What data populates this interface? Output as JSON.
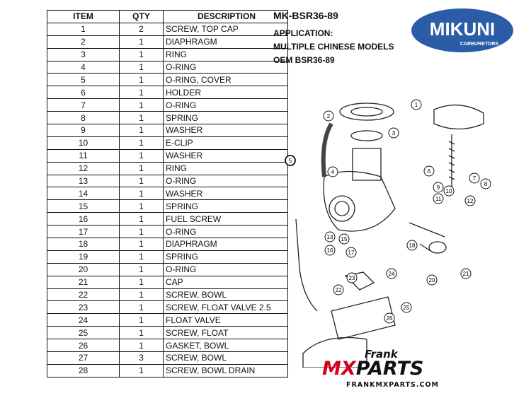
{
  "table": {
    "headers": {
      "item": "ITEM",
      "qty": "QTY",
      "description": "DESCRIPTION"
    },
    "rows": [
      {
        "item": "1",
        "qty": "2",
        "description": "SCREW, TOP CAP"
      },
      {
        "item": "2",
        "qty": "1",
        "description": "DIAPHRAGM"
      },
      {
        "item": "3",
        "qty": "1",
        "description": "RING"
      },
      {
        "item": "4",
        "qty": "1",
        "description": "O-RING"
      },
      {
        "item": "5",
        "qty": "1",
        "description": "O-RING, COVER"
      },
      {
        "item": "6",
        "qty": "1",
        "description": "HOLDER"
      },
      {
        "item": "7",
        "qty": "1",
        "description": "O-RING"
      },
      {
        "item": "8",
        "qty": "1",
        "description": "SPRING"
      },
      {
        "item": "9",
        "qty": "1",
        "description": "WASHER"
      },
      {
        "item": "10",
        "qty": "1",
        "description": "E-CLIP"
      },
      {
        "item": "11",
        "qty": "1",
        "description": "WASHER"
      },
      {
        "item": "12",
        "qty": "1",
        "description": "RING"
      },
      {
        "item": "13",
        "qty": "1",
        "description": "O-RING"
      },
      {
        "item": "14",
        "qty": "1",
        "description": "WASHER"
      },
      {
        "item": "15",
        "qty": "1",
        "description": "SPRING"
      },
      {
        "item": "16",
        "qty": "1",
        "description": "FUEL SCREW"
      },
      {
        "item": "17",
        "qty": "1",
        "description": "O-RING"
      },
      {
        "item": "18",
        "qty": "1",
        "description": "DIAPHRAGM"
      },
      {
        "item": "19",
        "qty": "1",
        "description": "SPRING"
      },
      {
        "item": "20",
        "qty": "1",
        "description": "O-RING"
      },
      {
        "item": "21",
        "qty": "1",
        "description": "CAP"
      },
      {
        "item": "22",
        "qty": "1",
        "description": "SCREW, BOWL"
      },
      {
        "item": "23",
        "qty": "1",
        "description": "SCREW, FLOAT VALVE 2.5"
      },
      {
        "item": "24",
        "qty": "1",
        "description": "FLOAT VALVE"
      },
      {
        "item": "25",
        "qty": "1",
        "description": "SCREW, FLOAT"
      },
      {
        "item": "26",
        "qty": "1",
        "description": "GASKET, BOWL"
      },
      {
        "item": "27",
        "qty": "3",
        "description": "SCREW, BOWL"
      },
      {
        "item": "28",
        "qty": "1",
        "description": "SCREW, BOWL DRAIN"
      }
    ]
  },
  "info": {
    "model": "MK-BSR36-89",
    "application_label": "APPLICATION:",
    "application": "MULTIPLE CHINESE MODELS",
    "oem": "OEM BSR36-89"
  },
  "logo": {
    "name": "MIKUNI",
    "sub": "CARBURETORS",
    "color": "#2a5ca8"
  },
  "diagram_labels": [
    "1",
    "2",
    "3",
    "4",
    "5",
    "6",
    "7",
    "8",
    "9",
    "10",
    "11",
    "12",
    "13",
    "15",
    "16",
    "17",
    "18",
    "20",
    "21",
    "22",
    "23",
    "24",
    "25",
    "26"
  ],
  "watermark": {
    "frank": "Frank",
    "mx": "MX",
    "parts": "PARTS",
    "url": "FRANKMXPARTS.COM",
    "accent": "#d0021b"
  }
}
